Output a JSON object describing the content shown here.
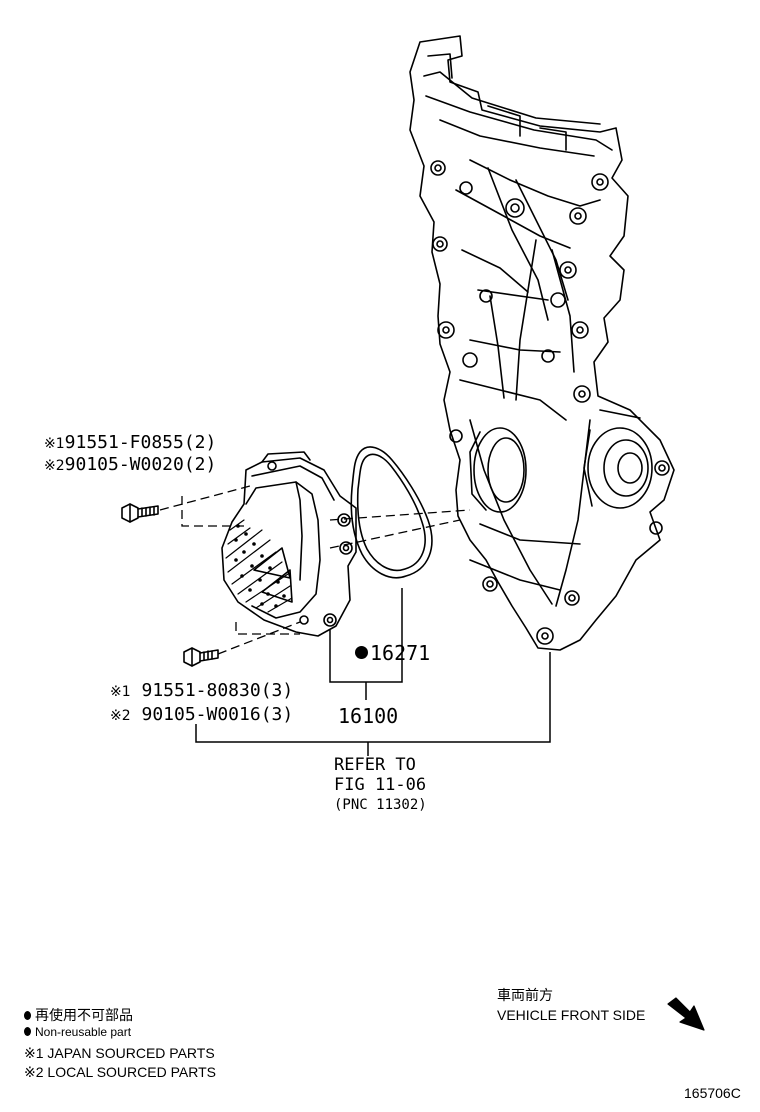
{
  "callouts": {
    "bolt_upper_jp": {
      "mark": "※1",
      "part": "91551-F0855(2)"
    },
    "bolt_upper_local": {
      "mark": "※2",
      "part": "90105-W0020(2)"
    },
    "gasket": {
      "part": "16271"
    },
    "bolt_lower_jp": {
      "mark": "※1",
      "part": "91551-80830(3)"
    },
    "bolt_lower_local": {
      "mark": "※2",
      "part": "90105-W0016(3)"
    },
    "pump_assy": {
      "part": "16100"
    },
    "refer": {
      "line1": "REFER TO",
      "line2": "FIG 11-06",
      "line3": "(PNC 11302)"
    }
  },
  "legend": {
    "non_reusable_jp": "再使用不可部品",
    "non_reusable_en": "Non-reusable part",
    "japan_sourced": {
      "mark": "※1",
      "text": "JAPAN SOURCED PARTS"
    },
    "local_sourced": {
      "mark": "※2",
      "text": "LOCAL SOURCED PARTS"
    }
  },
  "direction": {
    "label_jp": "車両前方",
    "label_en": "VEHICLE FRONT SIDE",
    "arrow_icon": "arrow-down-right-icon"
  },
  "figure_code": "165706C"
}
